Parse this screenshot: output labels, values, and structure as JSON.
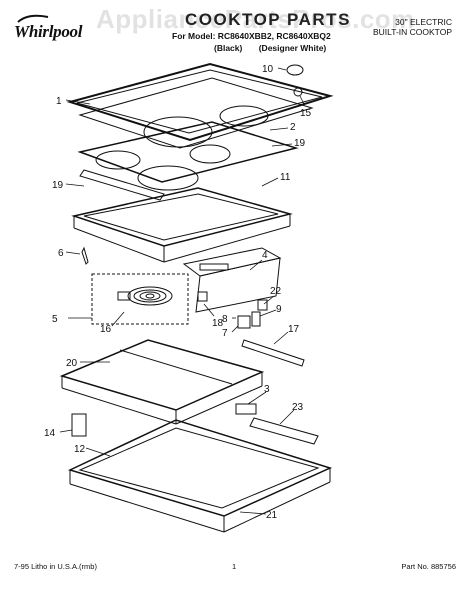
{
  "header": {
    "brand": "Whirlpool",
    "title": "COOKTOP PARTS",
    "models": "For Model: RC8640XBB2, RC8640XBQ2",
    "colors": [
      "(Black)",
      "(Designer White)"
    ],
    "spec_line1": "30\" ELECTRIC",
    "spec_line2": "BUILT-IN COOKTOP",
    "watermark": "AppliancePartsPros.com"
  },
  "callouts": {
    "c1": "1",
    "c2": "2",
    "c3": "3",
    "c4": "4",
    "c5": "5",
    "c6": "6",
    "c7": "7",
    "c8": "8",
    "c9": "9",
    "c10": "10",
    "c11": "11",
    "c12": "12",
    "c14": "14",
    "c15": "15",
    "c16": "16",
    "c17": "17",
    "c18": "18",
    "c19a": "19",
    "c19b": "19",
    "c20": "20",
    "c21": "21",
    "c22": "22",
    "c23": "23"
  },
  "footer": {
    "left": "7-95 Litho in U.S.A.(rmb)",
    "page": "1",
    "part_no": "Part No. 885756"
  },
  "colors": {
    "ink": "#111111",
    "watermark": "#969696"
  }
}
